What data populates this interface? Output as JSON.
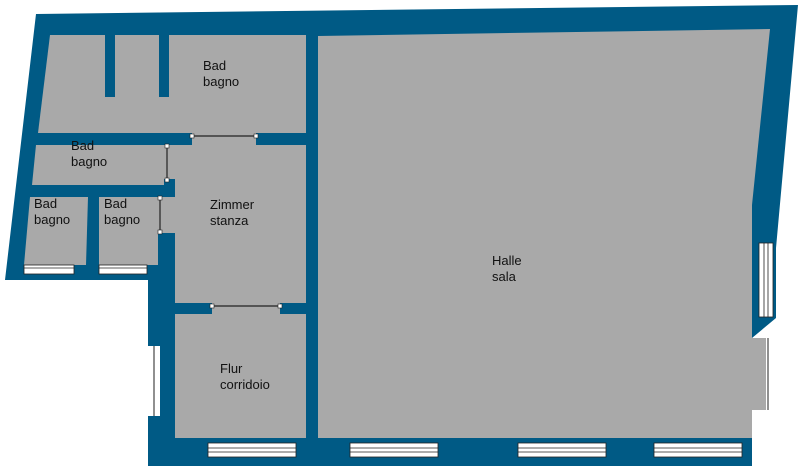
{
  "colors": {
    "wall": "#005a85",
    "floor": "#a9a9a9",
    "window": "#ffffff",
    "text": "#111111"
  },
  "rooms": [
    {
      "id": "bad-1",
      "de": "Bad",
      "it": "bagno"
    },
    {
      "id": "bad-2",
      "de": "Bad",
      "it": "bagno"
    },
    {
      "id": "bad-3",
      "de": "Bad",
      "it": "bagno"
    },
    {
      "id": "bad-4",
      "de": "Bad",
      "it": "bagno"
    },
    {
      "id": "zimmer",
      "de": "Zimmer",
      "it": "stanza"
    },
    {
      "id": "halle",
      "de": "Halle",
      "it": "sala"
    },
    {
      "id": "flur",
      "de": "Flur",
      "it": "corridoio"
    }
  ]
}
